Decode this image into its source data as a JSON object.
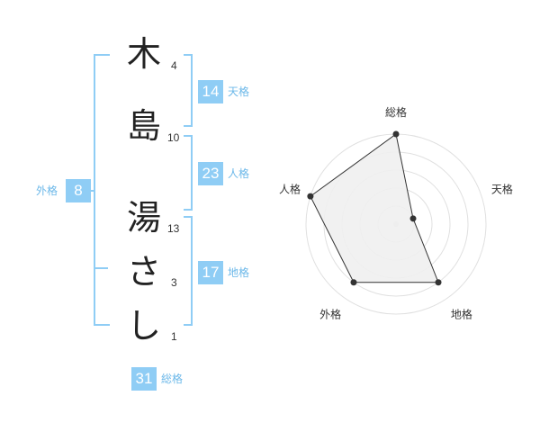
{
  "colors": {
    "accent": "#8fcdf5",
    "label": "#6cb8e9",
    "text": "#222222",
    "radar_fill": "#f0f0f0",
    "radar_stroke": "#333333",
    "grid": "#e0e0e0"
  },
  "name": {
    "chars": [
      {
        "char": "木",
        "strokes": "4"
      },
      {
        "char": "島",
        "strokes": "10"
      },
      {
        "char": "湯",
        "strokes": "13"
      },
      {
        "char": "さ",
        "strokes": "3"
      },
      {
        "char": "し",
        "strokes": "1"
      }
    ]
  },
  "kaku": {
    "tenkaku": {
      "value": "14",
      "label": "天格"
    },
    "jinkaku": {
      "value": "23",
      "label": "人格"
    },
    "chikaku": {
      "value": "17",
      "label": "地格"
    },
    "gaikaku": {
      "value": "8",
      "label": "外格"
    },
    "soukaku": {
      "value": "31",
      "label": "総格"
    }
  },
  "chart_data": {
    "type": "radar",
    "axes": [
      "総格",
      "天格",
      "地格",
      "外格",
      "人格"
    ],
    "values": [
      5,
      1,
      4,
      4,
      5
    ],
    "max": 5,
    "grid_levels": 5,
    "legend": "none"
  }
}
